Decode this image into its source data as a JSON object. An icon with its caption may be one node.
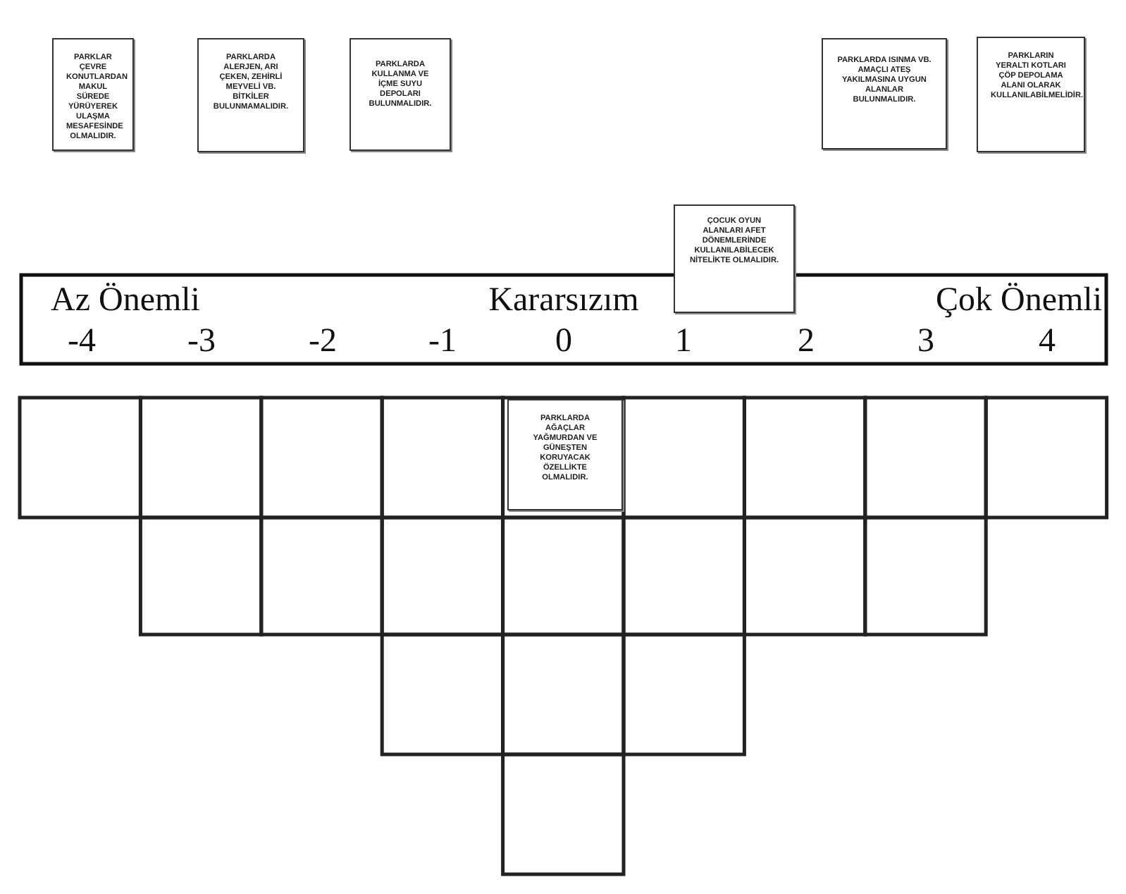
{
  "diagram": {
    "nodes": [
      {
        "text": [
          "PARKLAR ÇEVRE KONUTLARDAN MAKUL SÜREDE YÜRÜYEREK ULAŞMA MESAFESİNDE OLMALIDIR."
        ]
      },
      {
        "text": [
          "PARKLARDA ALERJEN, ARI ÇEKEN, ZEHİRLİ MEYVELİ VB. BİTKİLER BULUNMAMALIDIR."
        ]
      },
      {
        "text": [
          "PARKLARDA KULLANMA VE İÇME SUYU DEPOLARI BULUNMALIDIR."
        ]
      },
      {
        "text": [
          "PARKLARDA ISINMA VB. AMAÇLI ATEŞ YAKILMASINA UYGUN ALANLAR BULUNMALIDIR."
        ]
      },
      {
        "text": [
          "PARKLARIN YERALTI KOTLARI ÇÖP DEPOLAMA ALANI OLARAK KULLANILABİLMELİDİR."
        ]
      },
      {
        "text": [
          "ÇOCUK OYUN ALANLARI AFET DÖNEMLERİNDE KULLANILABİLECEK NİTELİKTE OLMALIDIR."
        ]
      },
      {
        "text": [
          "PARKLARDA AĞAÇLAR YAĞMURDAN VE GÜNEŞTEN KORUYACAK ÖZELLİKTE OLMALIDIR."
        ]
      }
    ],
    "labels": [
      "Az Önemli",
      "Kararsızım",
      "Çok Önemli",
      "-4",
      "-3",
      "-2",
      "-1",
      "0",
      "1",
      "2",
      "3",
      "4"
    ]
  }
}
